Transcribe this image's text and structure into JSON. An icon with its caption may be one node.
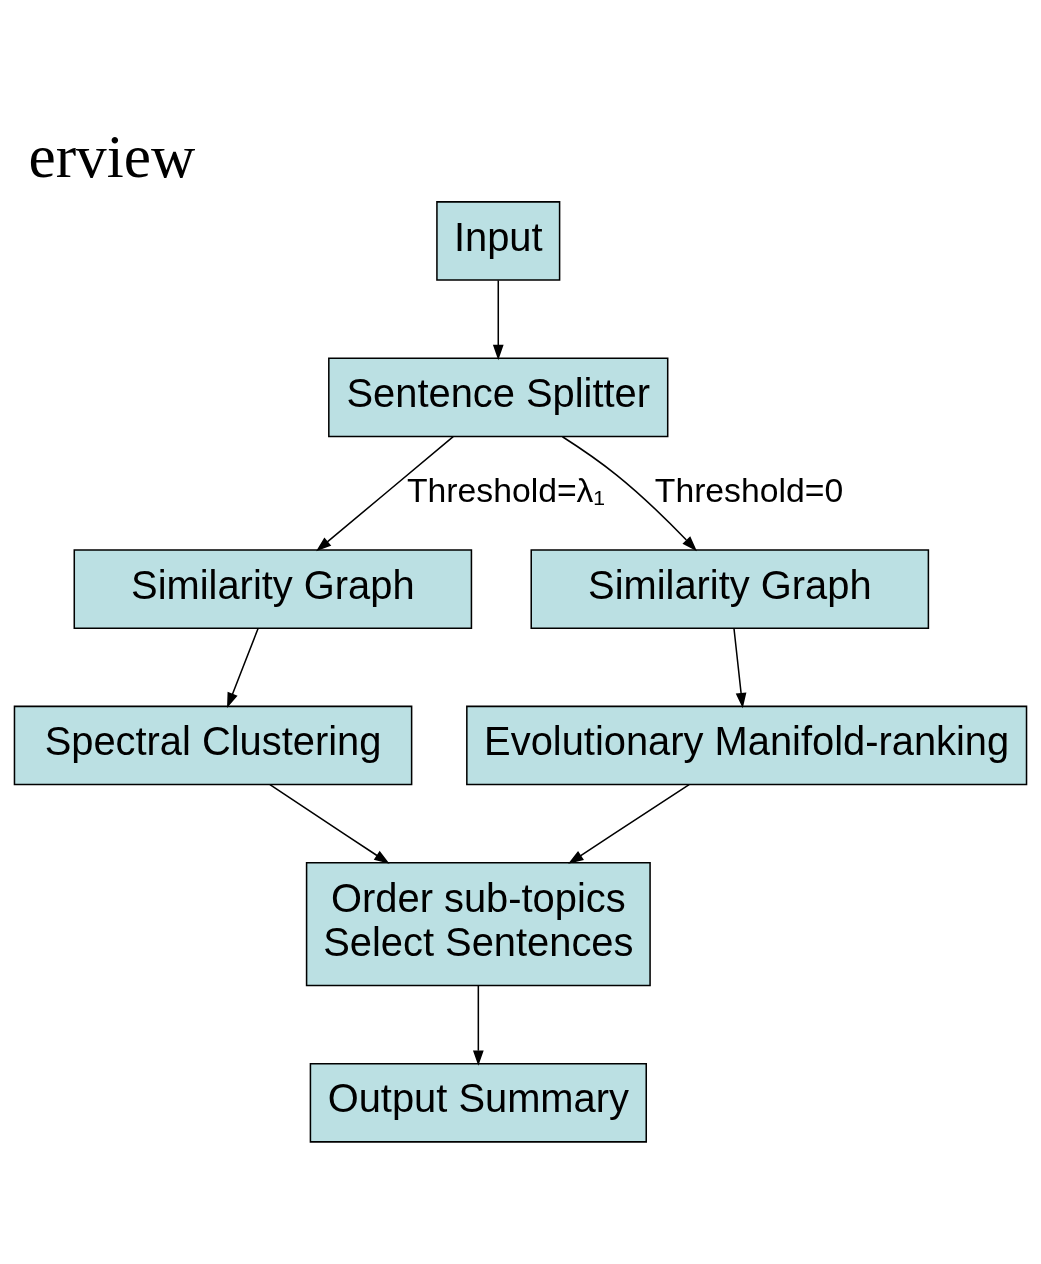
{
  "diagram": {
    "title": "erview",
    "nodes": [
      {
        "text": [
          "Input"
        ]
      },
      {
        "text": [
          "Sentence Splitter"
        ]
      },
      {
        "text": [
          "Similarity Graph"
        ]
      },
      {
        "text": [
          "Similarity Graph"
        ]
      },
      {
        "text": [
          "Spectral Clustering"
        ]
      },
      {
        "text": [
          "Evolutionary Manifold-ranking"
        ]
      },
      {
        "text": [
          "Order sub-topics",
          "Select Sentences"
        ]
      },
      {
        "text": [
          "Output Summary"
        ]
      }
    ],
    "edges": [
      {
        "from": 0,
        "to": 1,
        "arrow": "to"
      },
      {
        "from": 1,
        "to": 2,
        "arrow": "to",
        "label": "Threshold=λ₁"
      },
      {
        "from": 1,
        "to": 3,
        "arrow": "to",
        "label": "Threshold=0"
      },
      {
        "from": 2,
        "to": 4,
        "arrow": "to"
      },
      {
        "from": 3,
        "to": 5,
        "arrow": "to"
      },
      {
        "from": 4,
        "to": 6,
        "arrow": "to"
      },
      {
        "from": 5,
        "to": 6,
        "arrow": "to"
      },
      {
        "from": 6,
        "to": 7,
        "arrow": "to"
      }
    ]
  }
}
